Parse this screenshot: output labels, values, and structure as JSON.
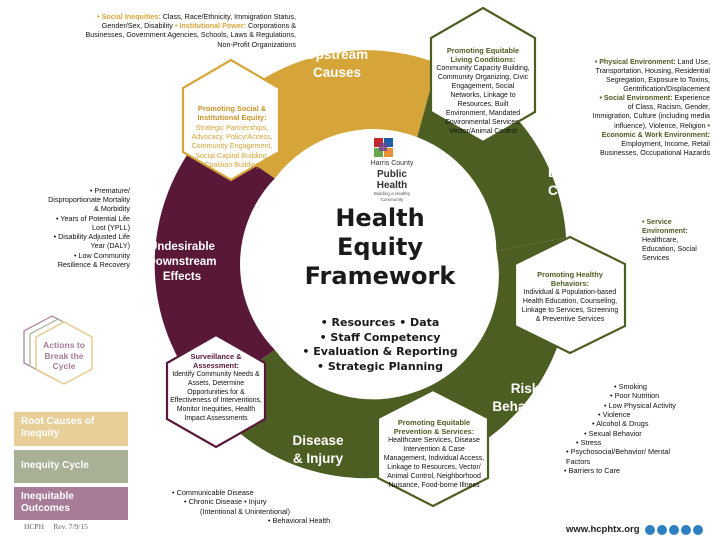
{
  "colors": {
    "gold": "#d6a53a",
    "green": "#4d5e23",
    "maroon": "#5a1839",
    "legend_root": "#e7cf97",
    "legend_cycle": "#a8b095",
    "legend_outcomes": "#a87c99"
  },
  "ring": {
    "upstream": "Upstream Causes",
    "upstream_lines": [
      "Upstream",
      "Causes"
    ],
    "living_lines": [
      "Living",
      "Conditions"
    ],
    "risk_lines": [
      "Risk",
      "Behaviors"
    ],
    "disease_lines": [
      "Disease",
      "& Injury"
    ],
    "downstream_lines": [
      "Undesirable",
      "Downstream",
      "Effects"
    ]
  },
  "logo": {
    "org": "Harris County",
    "name": "Public Health",
    "tagline": "Building a Healthy Community"
  },
  "center": {
    "title_lines": [
      "Health",
      "Equity",
      "Framework"
    ],
    "items": [
      "• Resources • Data",
      "• Staff Competency",
      "• Evaluation & Reporting",
      "• Strategic Planning"
    ]
  },
  "hexagons": {
    "social": {
      "title": "Promoting Social & Institutional Equity:",
      "body": "Strategic Partnerships, Advocacy, Policy/Access, Community Engagement, Social Capital Building, Coalition Building"
    },
    "living": {
      "title": "Promoting Equitable Living Conditions:",
      "body": "Community Capacity Building, Community Organizing, Civic Engagement, Social Networks, Linkage to Resources, Built Environment, Mandated Environmental Services, Vector/Animal Control"
    },
    "behaviors": {
      "title": "Promoting Healthy Behaviors:",
      "body": "Individual & Population-based Health Education, Counseling, Linkage to Services, Screening & Preventive Services"
    },
    "prevention": {
      "title": "Promoting Equitable Prevention & Services:",
      "body": "Healthcare Services, Disease Intervention & Case Management, Individual Access, Linkage to Resources, Vector/ Animal Control, Neighborhood Nuisance, Food-borne Illness"
    },
    "surveillance": {
      "title": "Surveillance & Assessment:",
      "body": "Identify Community Needs & Assets, Determine Opportunities for & Effectiveness of Interventions, Monitor Inequities, Health Impact Assessments"
    }
  },
  "annotations": {
    "social_inequities_label": "• Social Inequities:",
    "social_inequities_text": "Class, Race/Ethnicity, Immigration Status, Gender/Sex, Disability",
    "institutional_power_label": "• Institutional Power:",
    "institutional_power_text": "Corporations & Businesses, Government Agencies, Schools, Laws & Regulations, Non-Profit Organizations",
    "physical_env_label": "• Physical Environment:",
    "physical_env_text": "Land Use, Transportation, Housing, Residential Segregation, Exposure to Toxins, Gentrification/Displacement",
    "social_env_label": "• Social Environment:",
    "social_env_text": "Experience of Class, Racism, Gender, Immigration, Culture (including media influence), Violence, Religion",
    "economic_label": "• Economic & Work Environment:",
    "economic_text": "Employment, Income, Retail Businesses, Occupational Hazards",
    "service_label": "• Service Environment:",
    "service_text": "Healthcare, Education, Social Services",
    "risk_items": [
      "• Smoking",
      "• Poor Nutrition",
      "• Low Physical Activity",
      "• Violence",
      "• Alcohol & Drugs",
      "• Sexual Behavior",
      "• Stress",
      "• Psychosocial/Behavior/ Mental Factors",
      "• Barriers to Care"
    ],
    "disease_items": [
      "• Communicable Disease",
      "• Chronic Disease • Injury",
      "(Intentional & Unintentional)",
      "• Behavioral Health"
    ],
    "downstream_items": [
      "• Premature/ Disproportionate Mortality & Morbidity",
      "• Years of Potential Life Lost (YPLL)",
      "• Disability Adjusted Life Year (DALY)",
      "• Low Community Resilience & Recovery"
    ]
  },
  "legend": {
    "actions": "Actions to Break the Cycle",
    "root": "Root Causes of Inequity",
    "cycle": "Inequity Cycle",
    "outcomes": "Inequitable Outcomes"
  },
  "footer": {
    "left": "HCPH     Rev. 7/9/15",
    "url": "www.hcphtx.org",
    "social_icons": [
      "youtube-icon",
      "facebook-icon",
      "email-icon",
      "twitter-icon",
      "linkedin-icon"
    ]
  }
}
